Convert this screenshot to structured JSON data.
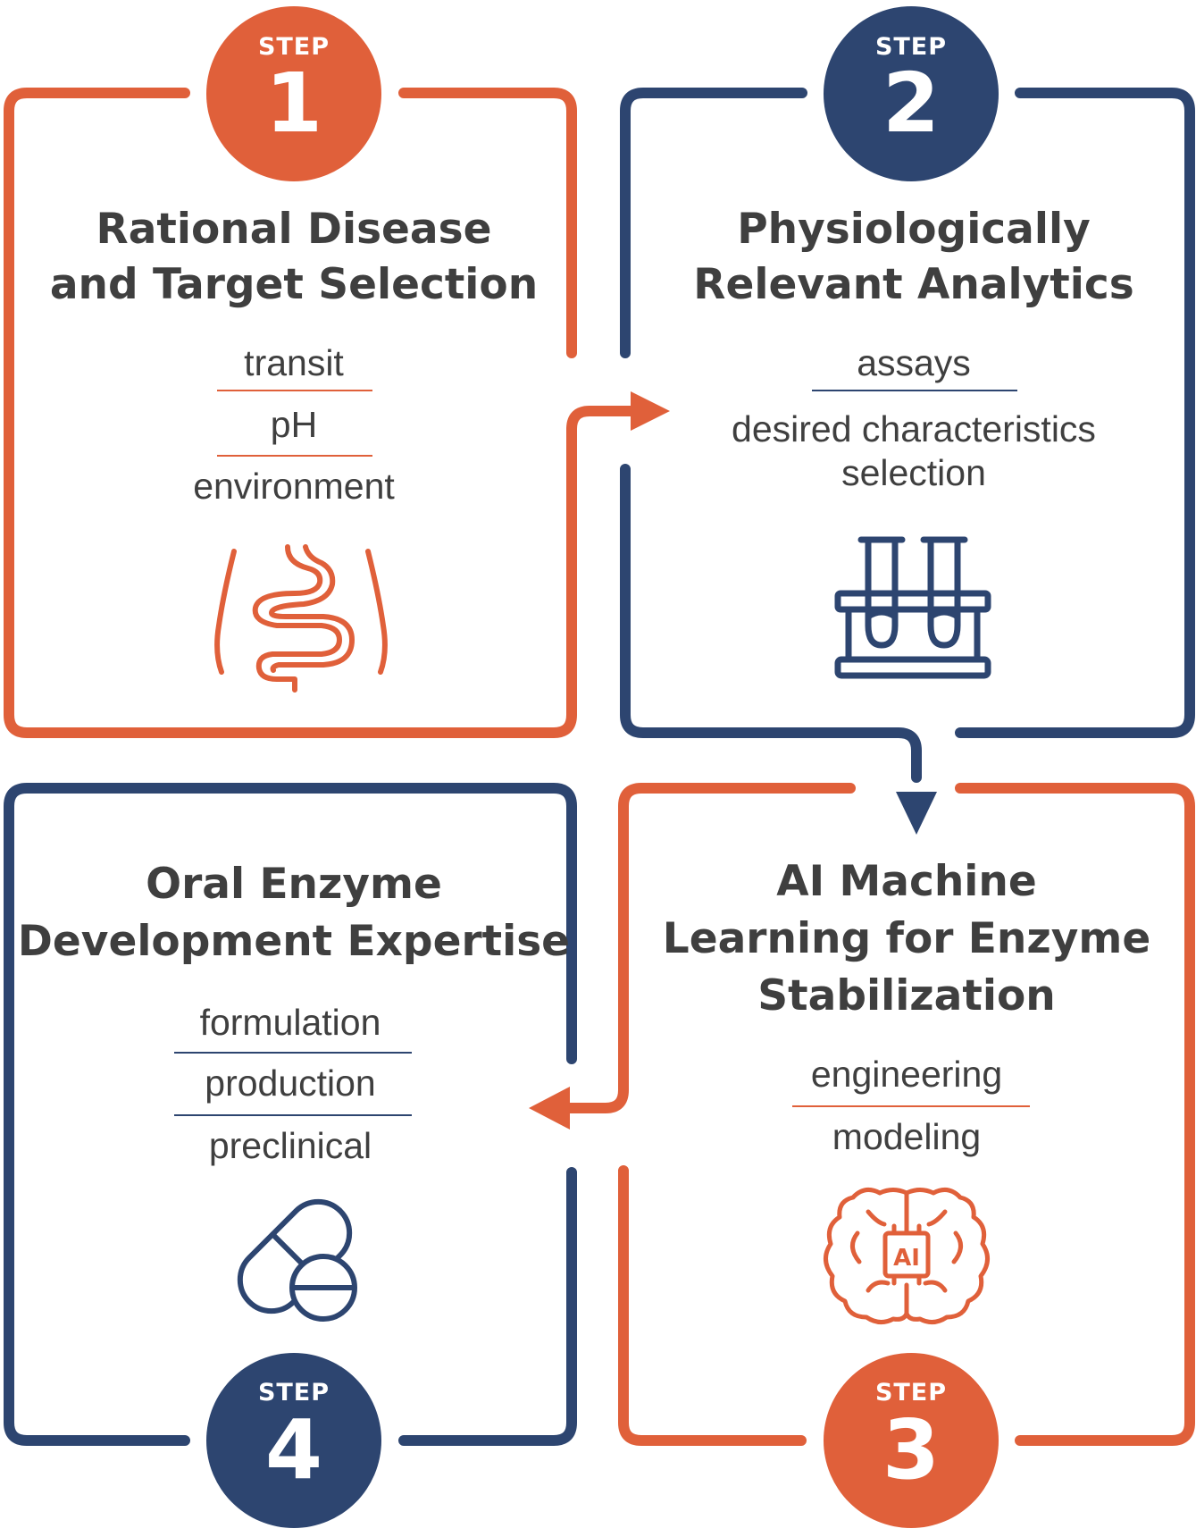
{
  "colors": {
    "orange": "#e0603a",
    "navy": "#2d4570",
    "text": "#3f3f3f"
  },
  "steps": [
    {
      "label": "STEP",
      "number": "1",
      "title_lines": [
        "Rational Disease",
        "and Target Selection"
      ],
      "items": [
        "transit",
        "pH",
        "environment"
      ],
      "icon": "intestine-icon"
    },
    {
      "label": "STEP",
      "number": "2",
      "title_lines": [
        "Physiologically",
        "Relevant Analytics"
      ],
      "items": [
        "assays",
        "desired characteristics",
        "selection"
      ],
      "icon": "test-tubes-icon"
    },
    {
      "label": "STEP",
      "number": "3",
      "title_lines": [
        "AI Machine",
        "Learning for Enzyme",
        "Stabilization"
      ],
      "items": [
        "engineering",
        "modeling"
      ],
      "icon": "ai-brain-icon",
      "icon_text": "AI"
    },
    {
      "label": "STEP",
      "number": "4",
      "title_lines": [
        "Oral Enzyme",
        "Development Expertise"
      ],
      "items": [
        "formulation",
        "production",
        "preclinical"
      ],
      "icon": "capsule-pill-icon"
    }
  ]
}
